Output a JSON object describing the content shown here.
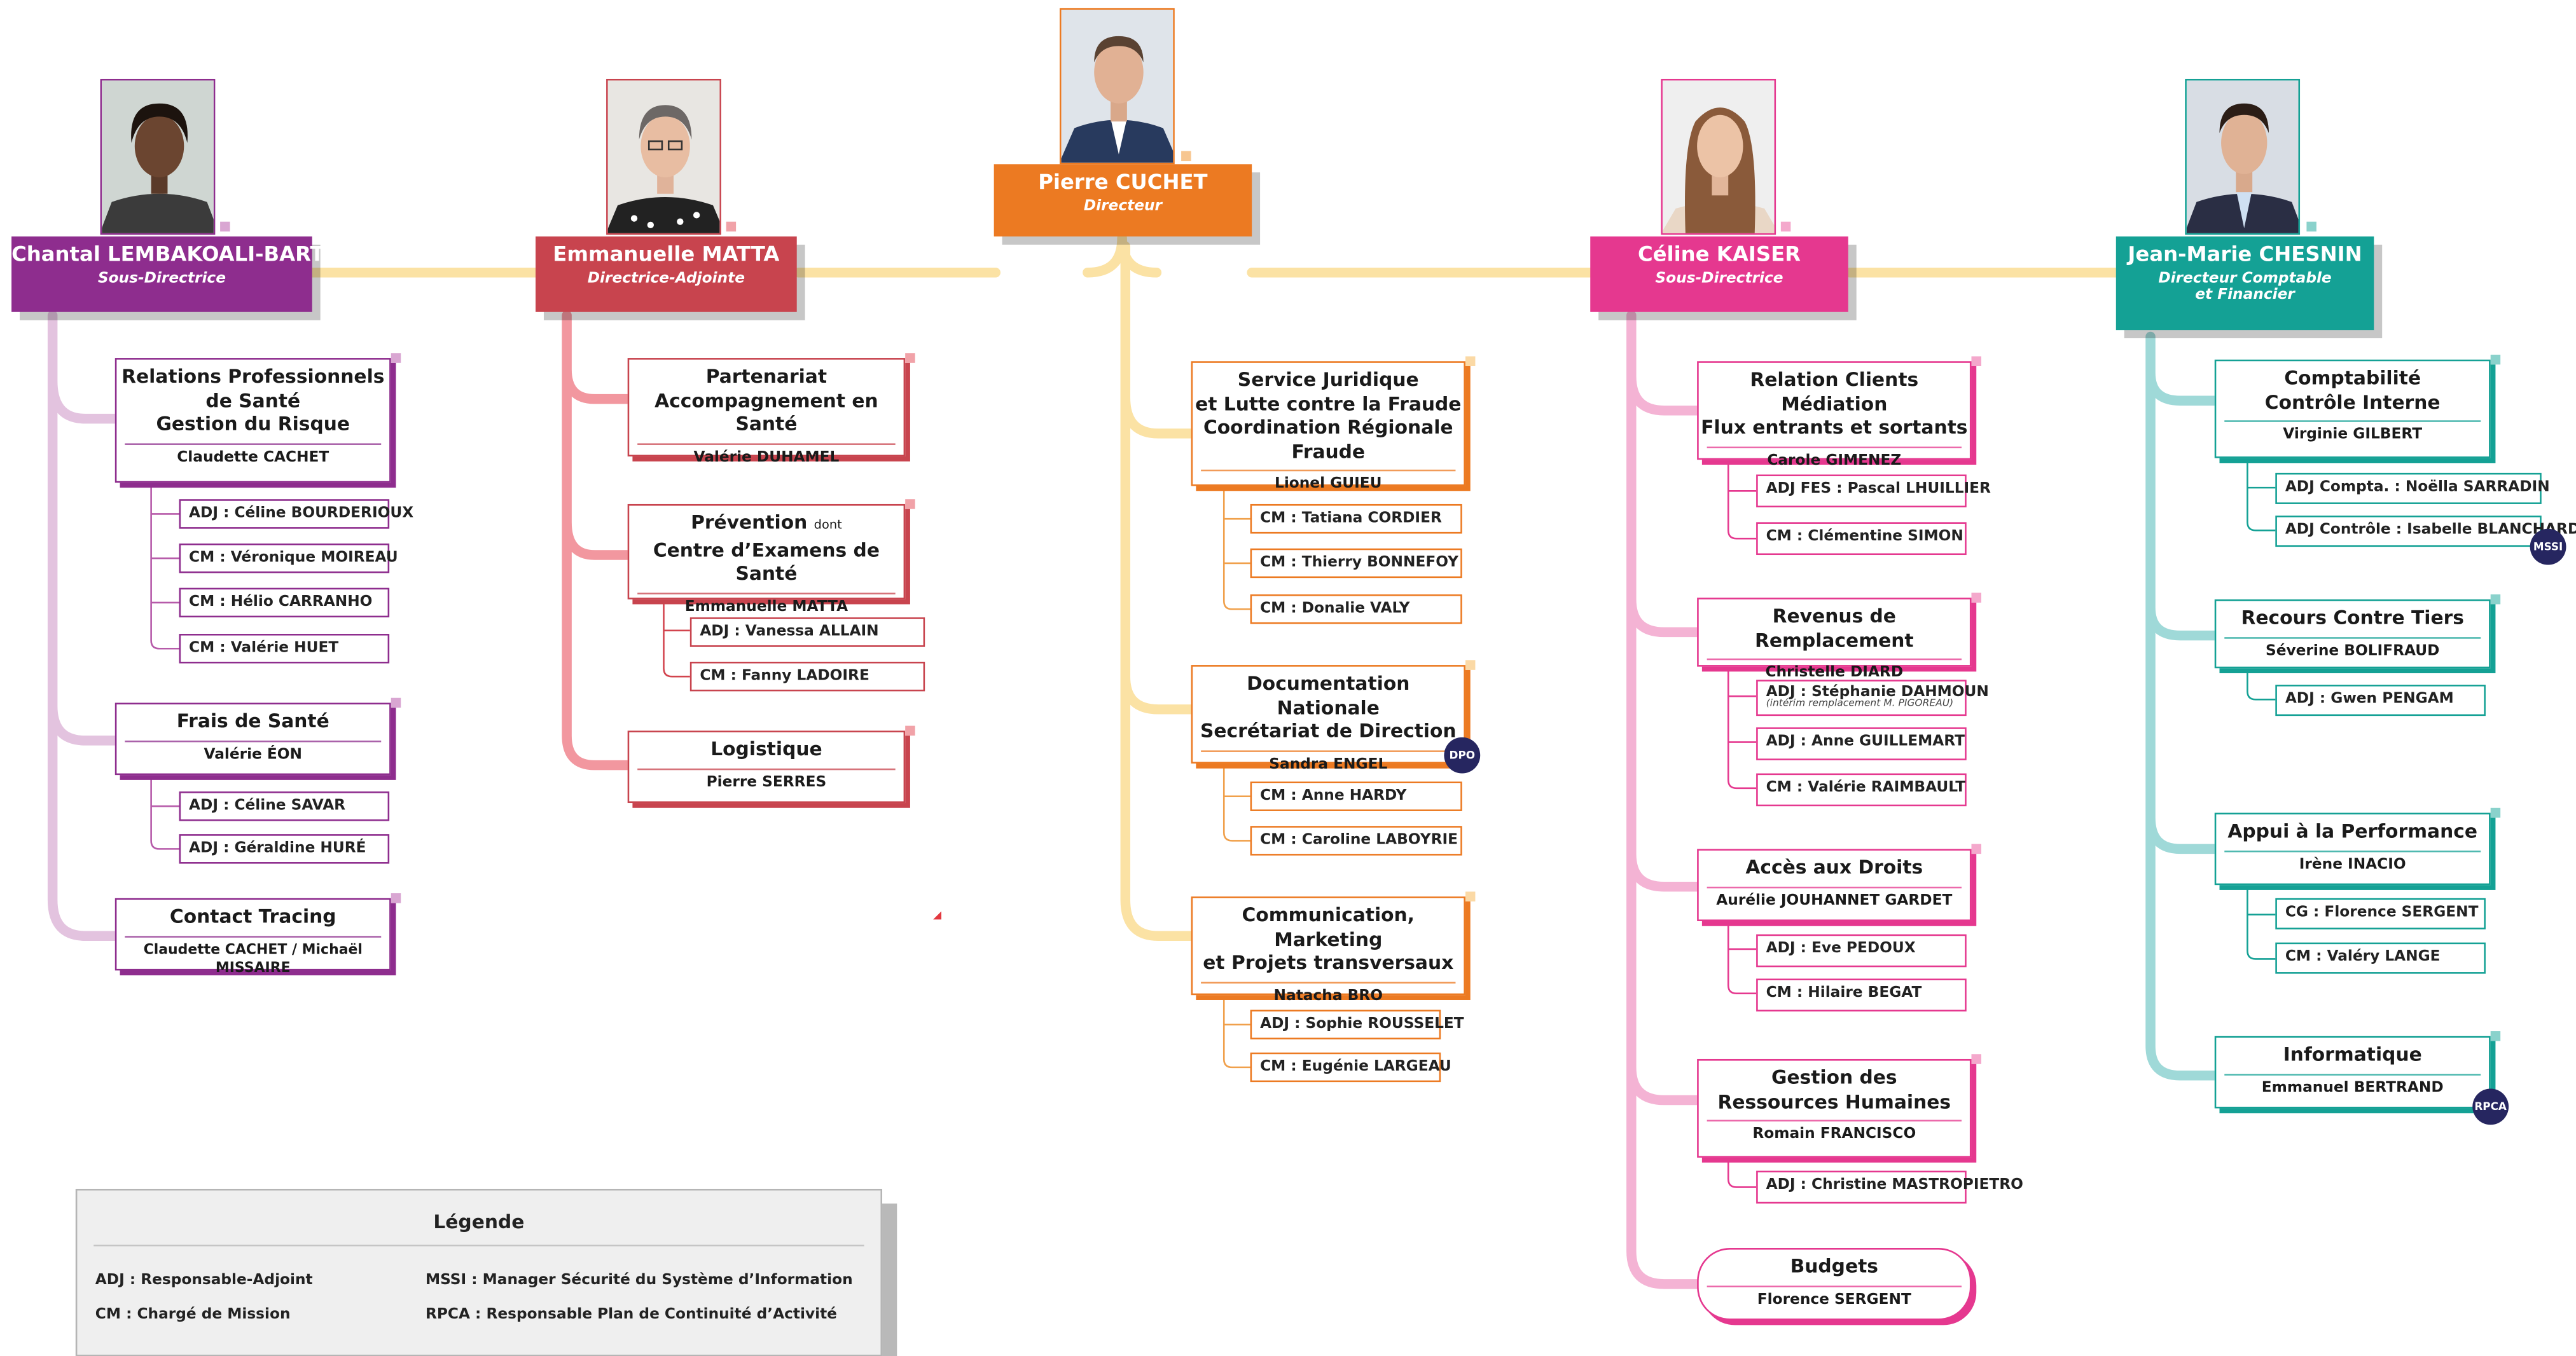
{
  "colors": {
    "purple": "#8e2d8e",
    "red": "#c8444e",
    "orange": "#ec7a22",
    "pink": "#e5388f",
    "teal": "#14a195",
    "badge": "#262660"
  },
  "director": {
    "name": "Pierre CUCHET",
    "role": "Directeur",
    "photo": "director-photo"
  },
  "heads": [
    {
      "name": "Chantal LEMBAKOALI-BARTHEL",
      "role": "Sous-Directrice",
      "photo": "woman-photo"
    },
    {
      "name": "Emmanuelle MATTA",
      "role": "Directrice-Adjointe",
      "photo": "woman-photo"
    },
    {
      "name": "Céline KAISER",
      "role": "Sous-Directrice",
      "photo": "woman-photo"
    },
    {
      "name": "Jean-Marie CHESNIN",
      "role": "Directeur Comptable et Financier",
      "role_line1": "Directeur Comptable",
      "role_line2": "et Financier",
      "photo": "man-photo"
    }
  ],
  "depts": [
    {
      "title_lines": [
        "Relations Professionnels",
        "de Santé",
        "Gestion du Risque"
      ],
      "person": "Claudette CACHET"
    },
    {
      "title_lines": [
        "Frais de Santé"
      ],
      "person": "Valérie ÉON"
    },
    {
      "title_lines": [
        "Contact Tracing"
      ],
      "person": "Claudette CACHET / Michaël MISSAIRE"
    },
    {
      "title_lines": [
        "Partenariat",
        "Accompagnement en Santé"
      ],
      "person": "Valérie DUHAMEL"
    },
    {
      "title_main": "Prévention",
      "title_small": "dont",
      "title_lines": [
        "Centre d’Examens de Santé"
      ],
      "person": "Emmanuelle MATTA"
    },
    {
      "title_lines": [
        "Logistique"
      ],
      "person": "Pierre SERRES"
    },
    {
      "title_lines": [
        "Service Juridique",
        "et Lutte contre la Fraude",
        "Coordination Régionale Fraude"
      ],
      "person": "Lionel GUIEU"
    },
    {
      "title_lines": [
        "Documentation Nationale",
        "Secrétariat de Direction"
      ],
      "person": "Sandra ENGEL"
    },
    {
      "title_lines": [
        "Communication, Marketing",
        "et Projets transversaux"
      ],
      "person": "Natacha BRO"
    },
    {
      "title_lines": [
        "Relation Clients Médiation",
        "Flux entrants et sortants"
      ],
      "person": "Carole GIMENEZ"
    },
    {
      "title_lines": [
        "Revenus de Remplacement"
      ],
      "person": "Christelle DIARD"
    },
    {
      "title_lines": [
        "Accès aux Droits"
      ],
      "person": "Aurélie JOUHANNET GARDET"
    },
    {
      "title_lines": [
        "Gestion des",
        "Ressources Humaines"
      ],
      "person": "Romain FRANCISCO"
    },
    {
      "title_lines": [
        "Budgets"
      ],
      "person": "Florence SERGENT"
    },
    {
      "title_lines": [
        "Comptabilité",
        "Contrôle Interne"
      ],
      "person": "Virginie GILBERT"
    },
    {
      "title_lines": [
        "Recours Contre Tiers"
      ],
      "person": "Séverine BOLIFRAUD"
    },
    {
      "title_lines": [
        "Appui à la Performance"
      ],
      "person": "Irène INACIO"
    },
    {
      "title_lines": [
        "Informatique"
      ],
      "person": "Emmanuel BERTRAND"
    }
  ],
  "subs": [
    "ADJ : Céline BOURDERIOUX",
    "CM : Véronique MOIREAU",
    "CM : Hélio CARRANHO",
    "CM : Valérie HUET",
    "ADJ : Céline SAVAR",
    "ADJ : Géraldine HURÉ",
    "ADJ : Vanessa ALLAIN",
    "CM : Fanny LADOIRE",
    "CM : Tatiana CORDIER",
    "CM : Thierry BONNEFOY",
    "CM : Donalie VALY",
    "CM : Anne HARDY",
    "CM : Caroline LABOYRIE",
    "ADJ : Sophie ROUSSELET",
    "CM : Eugénie LARGEAU",
    "ADJ FES : Pascal LHUILLIER",
    "CM : Clémentine SIMON",
    "ADJ : Stéphanie DAHMOUN",
    "ADJ : Anne GUILLEMART",
    "CM : Valérie RAIMBAULT",
    "ADJ : Eve PEDOUX",
    "CM : Hilaire BEGAT",
    "ADJ : Christine MASTROPIETRO",
    "ADJ Compta. : Noëlla SARRADIN",
    "ADJ Contrôle : Isabelle BLANCHARD",
    "ADJ : Gwen PENGAM",
    "CG : Florence SERGENT",
    "CM : Valéry LANGE"
  ],
  "sub_note": "(intérim remplacement M. PIGOREAU)",
  "badges": {
    "dpo": "DPO",
    "mssi": "MSSI",
    "rpca": "RPCA"
  },
  "legend": {
    "title": "Légende",
    "items": [
      "ADJ : Responsable-Adjoint",
      "MSSI : Manager Sécurité du Système d’Information",
      "CM : Chargé de Mission",
      "RPCA : Responsable Plan de Continuité d’Activité"
    ]
  }
}
